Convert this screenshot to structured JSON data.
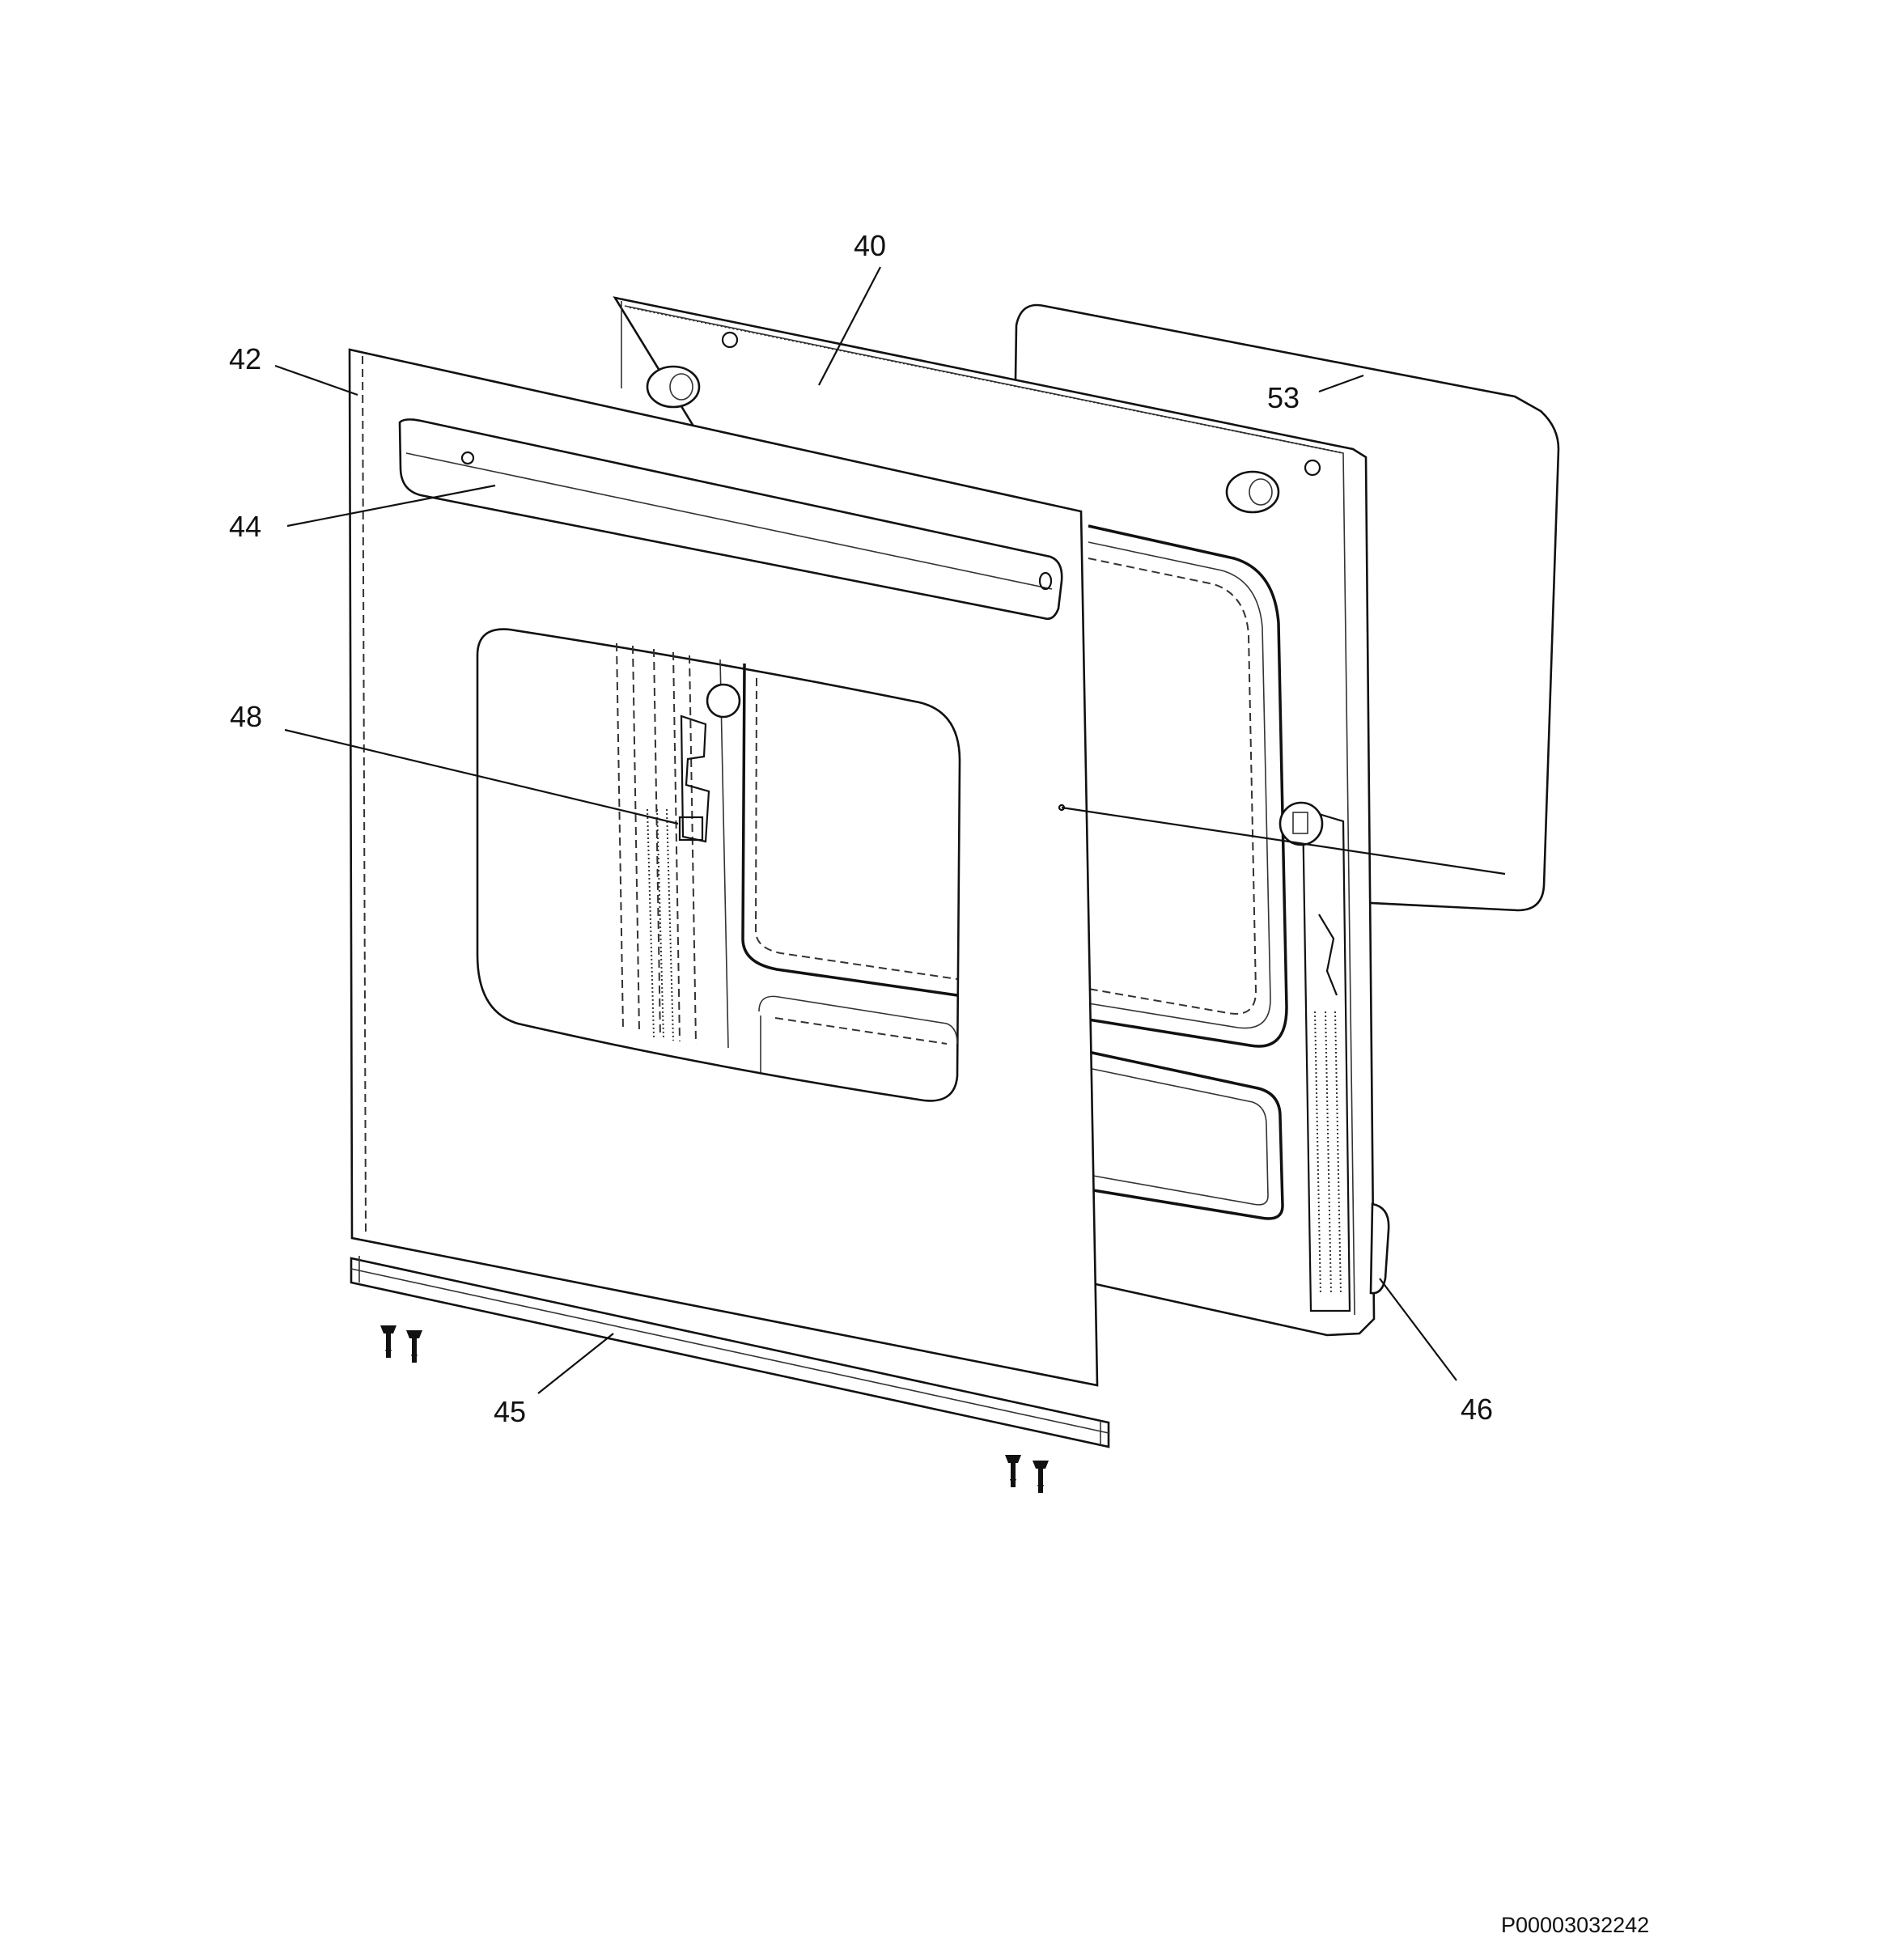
{
  "callouts": [
    {
      "id": "40",
      "text": "40"
    },
    {
      "id": "42",
      "text": "42"
    },
    {
      "id": "44",
      "text": "44"
    },
    {
      "id": "45",
      "text": "45"
    },
    {
      "id": "46",
      "text": "46"
    },
    {
      "id": "48",
      "text": "48"
    },
    {
      "id": "53",
      "text": "53"
    }
  ],
  "drawing_code": "P00003032242",
  "colors": {
    "line": "#111111",
    "background": "#ffffff"
  }
}
